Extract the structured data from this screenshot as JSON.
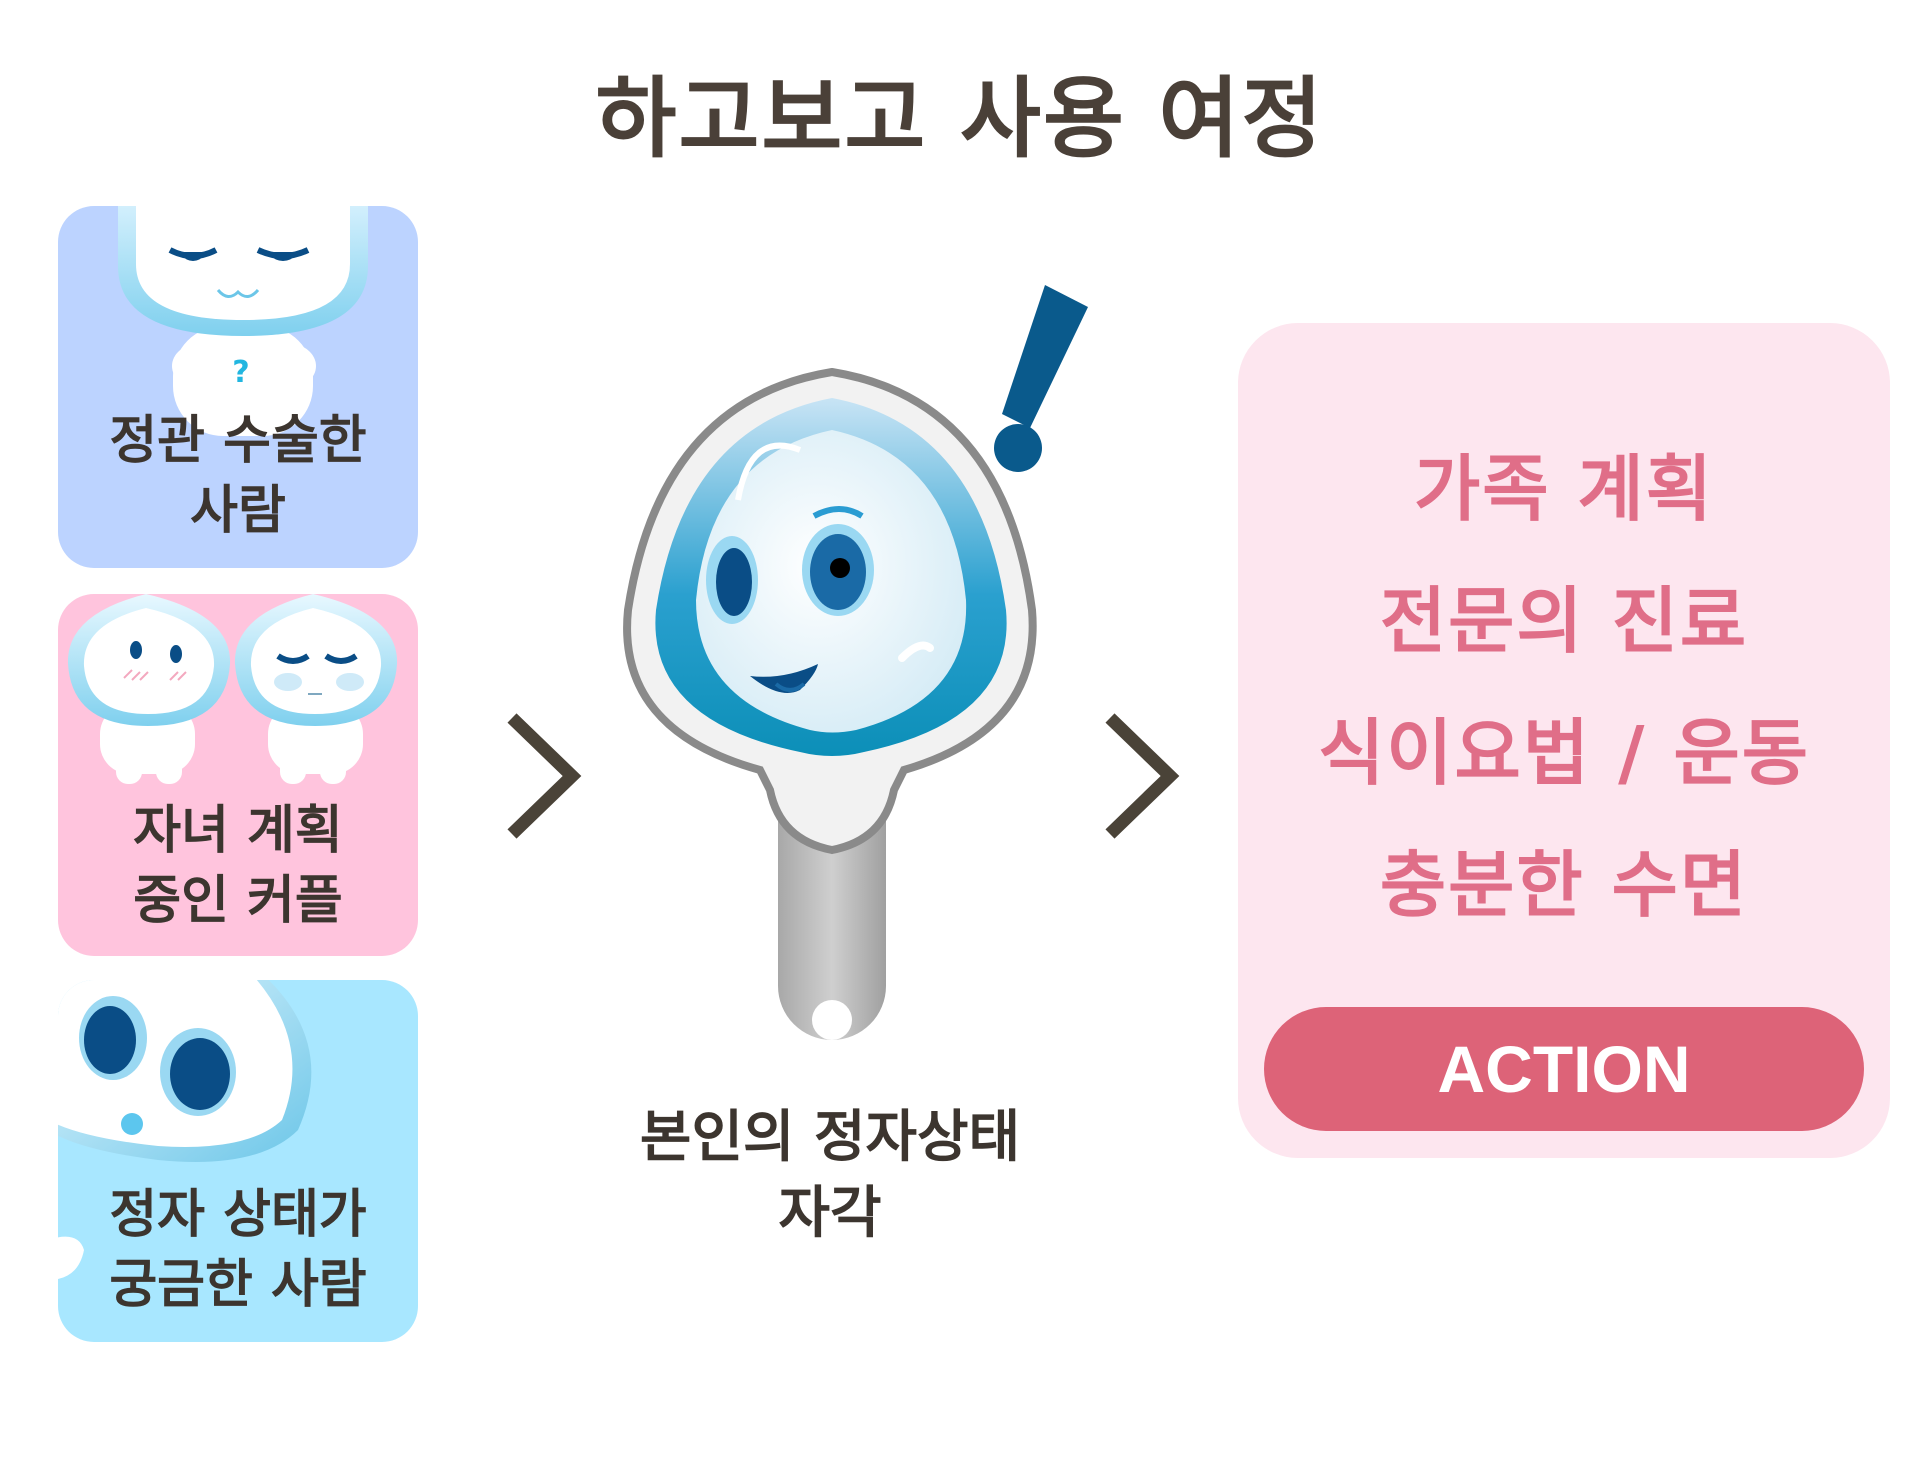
{
  "title": "하고보고 사용 여정",
  "personas": [
    {
      "line1": "정관 수술한",
      "line2": "사람",
      "bg": "#bcd3ff"
    },
    {
      "line1": "자녀 계획",
      "line2": "중인 커플",
      "bg": "#ffc4dd"
    },
    {
      "line1": "정자 상태가",
      "line2": "궁금한 사람",
      "bg": "#a8e7ff"
    }
  ],
  "center": {
    "line1": "본인의 정자상태",
    "line2": "자각"
  },
  "actions": [
    "가족 계획",
    "전문의 진료",
    "식이요법 / 운동",
    "충분한 수면"
  ],
  "action_button": "ACTION",
  "icons": {
    "persona_1": "sleepy-mascot-with-question-mark-icon",
    "persona_2": "couple-mascots-icon",
    "persona_3": "peeking-mascot-icon",
    "center": "mascot-in-hand-mirror-icon",
    "exclamation": "exclamation-mark-icon",
    "arrow": "chevron-right-icon"
  },
  "colors": {
    "title": "#4a4038",
    "arrow": "#4a4338",
    "action_text": "#e06e88",
    "action_button": "#dd6378",
    "action_panel": "#fde6ef",
    "exclamation": "#0a5a8c"
  }
}
